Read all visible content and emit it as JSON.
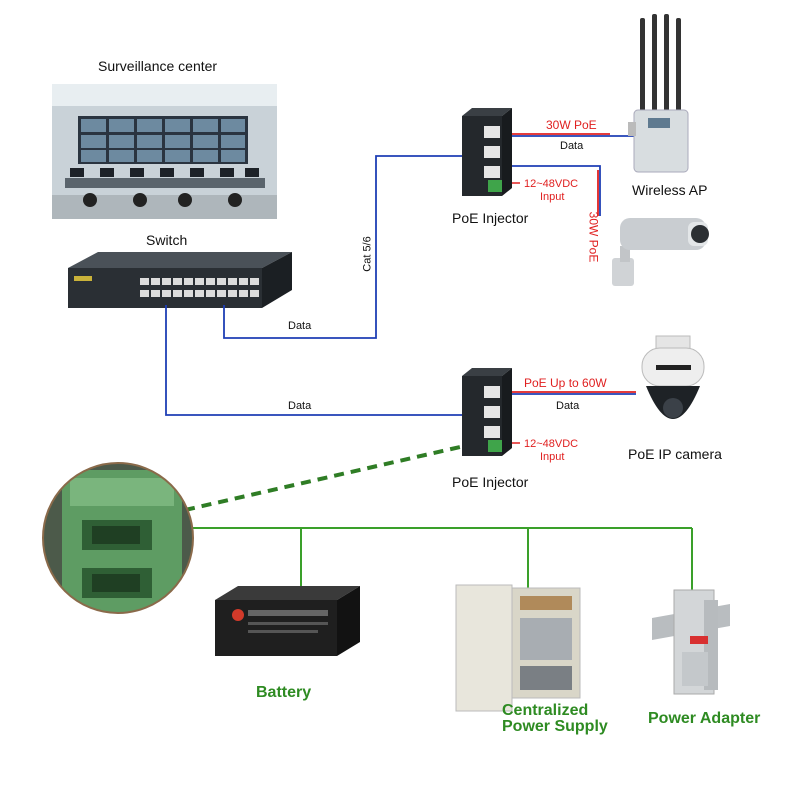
{
  "labels": {
    "surveillance_center": "Surveillance center",
    "switch": "Switch",
    "cat": "Cat 5/6",
    "data_switch_to_injector1": "Data",
    "data_switch_to_injector2": "Data",
    "poe_injector_top": "PoE Injector",
    "poe_injector_bottom": "PoE Injector",
    "wireless_ap": "Wireless AP",
    "poe_ip_camera": "PoE IP camera",
    "data_ap": "Data",
    "data_camera": "Data",
    "battery": "Battery",
    "centralized_power_supply_1": "Centralized",
    "centralized_power_supply_2": "Power Supply",
    "power_adapter": "Power Adapter"
  },
  "annotations": {
    "poe_30w_ap": "30W PoE",
    "poe_30w_bullet": "30W PoE",
    "poe_up_to_60w": "PoE Up to 60W",
    "input_top_1": "12~48VDC",
    "input_top_2": "Input",
    "input_bottom_1": "12~48VDC",
    "input_bottom_2": "Input"
  },
  "colors": {
    "data_line": "#1f3fb5",
    "poe_line": "#e02020",
    "power_line": "#3aa02a",
    "label_green": "#2e8b22"
  },
  "icons": [
    "surveillance-room-photo",
    "network-switch-icon",
    "poe-injector-icon",
    "wireless-ap-icon",
    "bullet-camera-icon",
    "ptz-dome-camera-icon",
    "terminal-block-zoom",
    "battery-icon",
    "power-supply-box-icon",
    "din-rail-adapter-icon"
  ]
}
